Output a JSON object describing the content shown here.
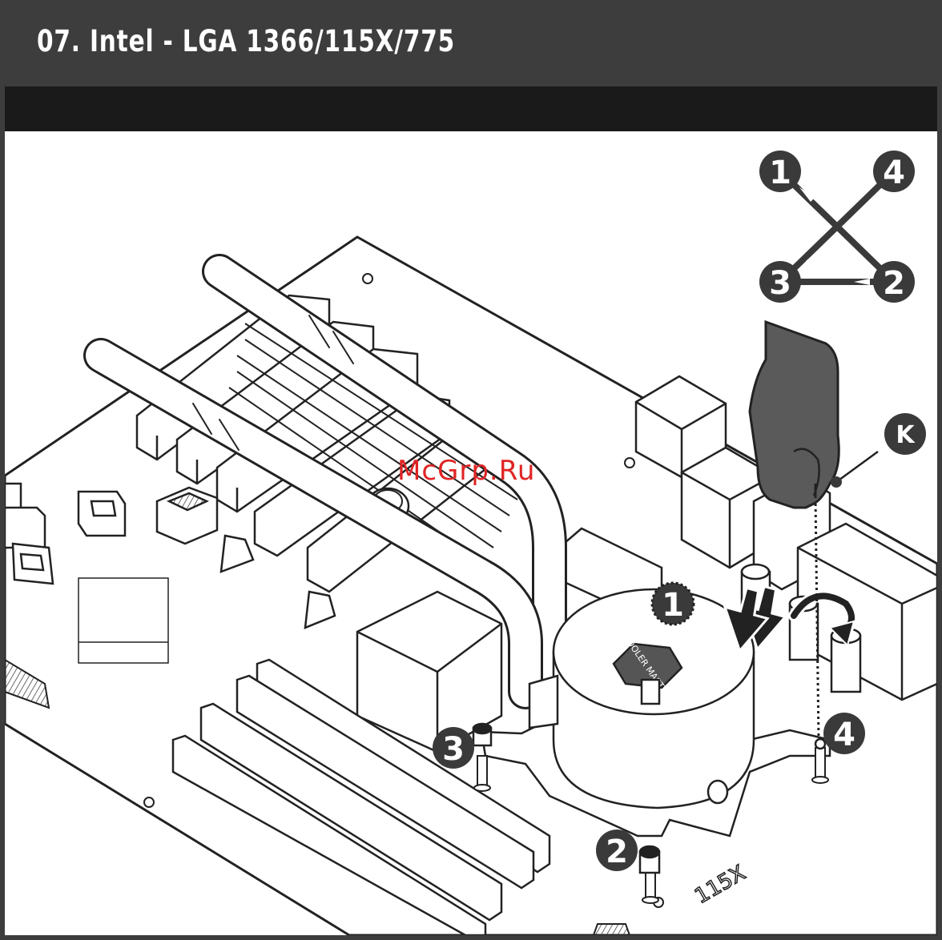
{
  "page": {
    "title": "07. Intel - LGA 1366/115X/775",
    "watermark": "McGrp.Ru"
  },
  "sequence_diagram": {
    "numbers": [
      "1",
      "4",
      "3",
      "2"
    ]
  },
  "callouts": {
    "pump_step": "1",
    "screw_front_left": "3",
    "screw_front": "2",
    "screw_right": "4",
    "tool_label": "K"
  },
  "pump": {
    "logo_text": "COOLER MASTER"
  },
  "board": {
    "socket_marking": "115X"
  },
  "colors": {
    "header_bg": "#3d3d3d",
    "subbar_bg": "#1a1a1a",
    "callout_fill": "#3a3a3a",
    "hand_fill": "#5a5a5a",
    "watermark": "#e02424"
  }
}
